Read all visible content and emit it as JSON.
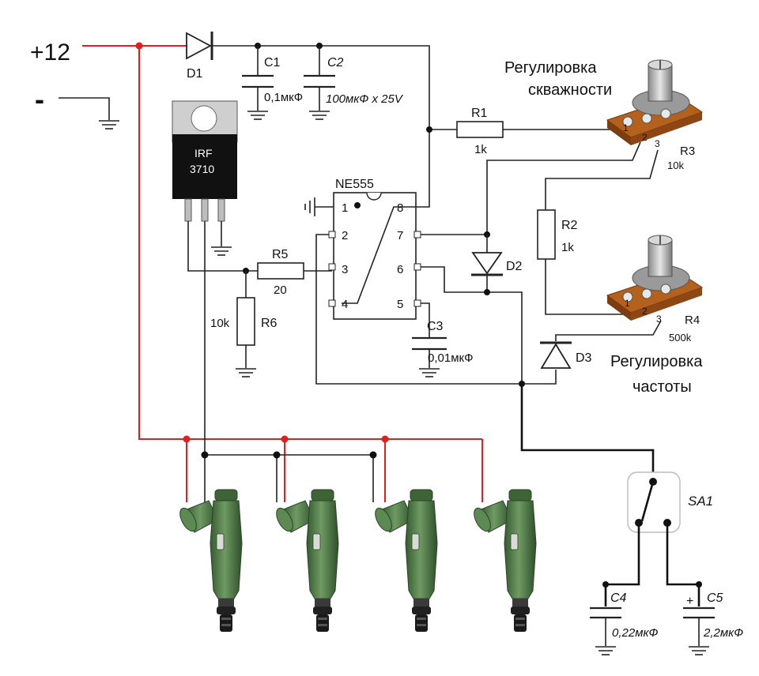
{
  "power": {
    "plus": "+12",
    "minus": "-"
  },
  "components": {
    "d1": "D1",
    "d2": "D2",
    "d3": "D3",
    "c1": "C1",
    "c1_value": "0,1мкФ",
    "c2": "C2",
    "c2_value": "100мкФ x 25V",
    "c3": "C3",
    "c3_value": "0,01мкФ",
    "c4": "C4",
    "c4_value": "0,22мкФ",
    "c5": "C5",
    "c5_value": "2,2мкФ",
    "c5_plus": "+",
    "r1": "R1",
    "r1_value": "1k",
    "r2": "R2",
    "r2_value": "1k",
    "r3": "R3",
    "r3_value": "10k",
    "r4": "R4",
    "r4_value": "500k",
    "r5": "R5",
    "r5_value": "20",
    "r6": "R6",
    "r6_value": "10k",
    "sa1": "SA1"
  },
  "transistor": {
    "line1": "IRF",
    "line2": "3710"
  },
  "ic": {
    "name": "NE555",
    "pins_left": [
      "1",
      "2",
      "3",
      "4"
    ],
    "pins_right": [
      "8",
      "7",
      "6",
      "5"
    ]
  },
  "pot_r3": {
    "pins": [
      "1",
      "2",
      "3"
    ],
    "title_line1": "Регулировка",
    "title_line2": "скважности"
  },
  "pot_r4": {
    "pins": [
      "1",
      "2",
      "3"
    ],
    "title_line1": "Регулировка",
    "title_line2": "частоты"
  },
  "colors": {
    "wire": "#222222",
    "positive_wire": "#e02020",
    "injector": "#4f7a45",
    "pot_body": "#b5611e",
    "transistor": "#111111"
  }
}
